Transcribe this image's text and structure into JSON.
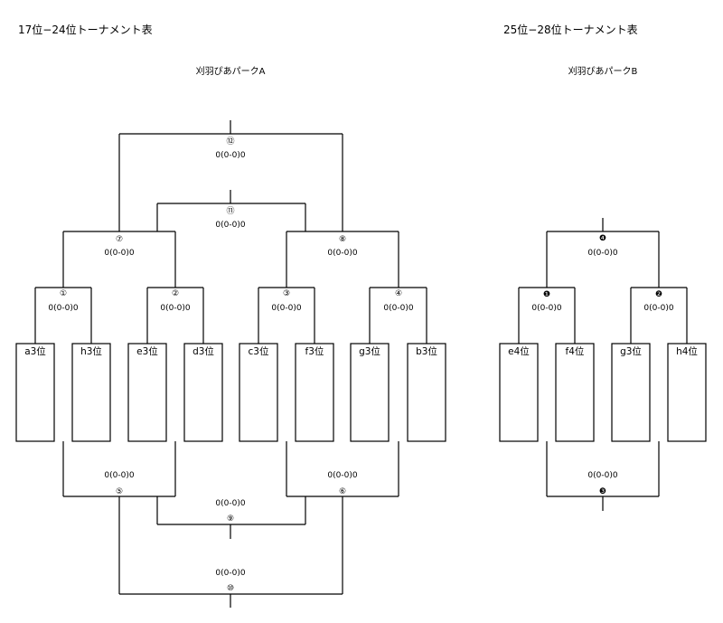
{
  "left": {
    "title": "17位−24位トーナメント表",
    "venue": "刈羽ぴあパークA",
    "teams": [
      "a3位",
      "h3位",
      "e3位",
      "d3位",
      "c3位",
      "f3位",
      "g3位",
      "b3位"
    ],
    "matches": {
      "m1": {
        "mark": "①",
        "score": "0(0-0)0"
      },
      "m2": {
        "mark": "②",
        "score": "0(0-0)0"
      },
      "m3": {
        "mark": "③",
        "score": "0(0-0)0"
      },
      "m4": {
        "mark": "④",
        "score": "0(0-0)0"
      },
      "m5": {
        "mark": "⑤",
        "score": "0(0-0)0"
      },
      "m6": {
        "mark": "⑥",
        "score": "0(0-0)0"
      },
      "m7": {
        "mark": "⑦",
        "score": "0(0-0)0"
      },
      "m8": {
        "mark": "⑧",
        "score": "0(0-0)0"
      },
      "m9": {
        "mark": "⑨",
        "score": "0(0-0)0"
      },
      "m10": {
        "mark": "⑩",
        "score": "0(0-0)0"
      },
      "m11": {
        "mark": "⑪",
        "score": "0(0-0)0"
      },
      "m12": {
        "mark": "⑫",
        "score": "0(0-0)0"
      }
    }
  },
  "right": {
    "title": "25位−28位トーナメント表",
    "venue": "刈羽ぴあパークB",
    "teams": [
      "e4位",
      "f4位",
      "g3位",
      "h4位"
    ],
    "matches": {
      "m1": {
        "mark": "❶",
        "score": "0(0-0)0"
      },
      "m2": {
        "mark": "❷",
        "score": "0(0-0)0"
      },
      "m3": {
        "mark": "❸",
        "score": "0(0-0)0"
      },
      "m4": {
        "mark": "❹",
        "score": "0(0-0)0"
      }
    }
  }
}
